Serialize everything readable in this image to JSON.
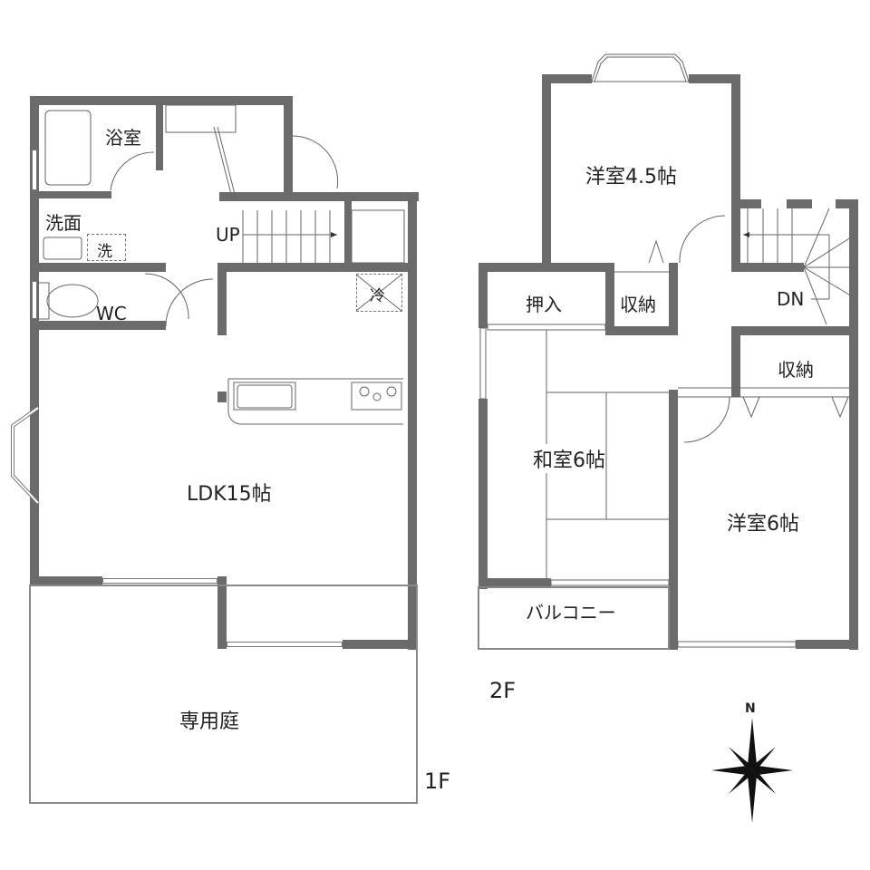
{
  "floor_1": {
    "label": "1F",
    "rooms": {
      "bath": "浴室",
      "washroom": "洗面",
      "washer": "洗",
      "wc": "WC",
      "stairs_up": "UP",
      "fridge": "冷",
      "ldk": "LDK15帖",
      "garden": "専用庭"
    }
  },
  "floor_2": {
    "label": "2F",
    "rooms": {
      "western_45": "洋室4.5帖",
      "oshiire": "押入",
      "storage_a": "収納",
      "stairs_down": "DN",
      "storage_b": "収納",
      "washitsu": "和室6帖",
      "western_6": "洋室6帖",
      "balcony": "バルコニー"
    }
  },
  "compass": {
    "north": "N"
  },
  "colors": {
    "wall": "#6b6b6b",
    "line": "#555555",
    "background": "#ffffff"
  }
}
